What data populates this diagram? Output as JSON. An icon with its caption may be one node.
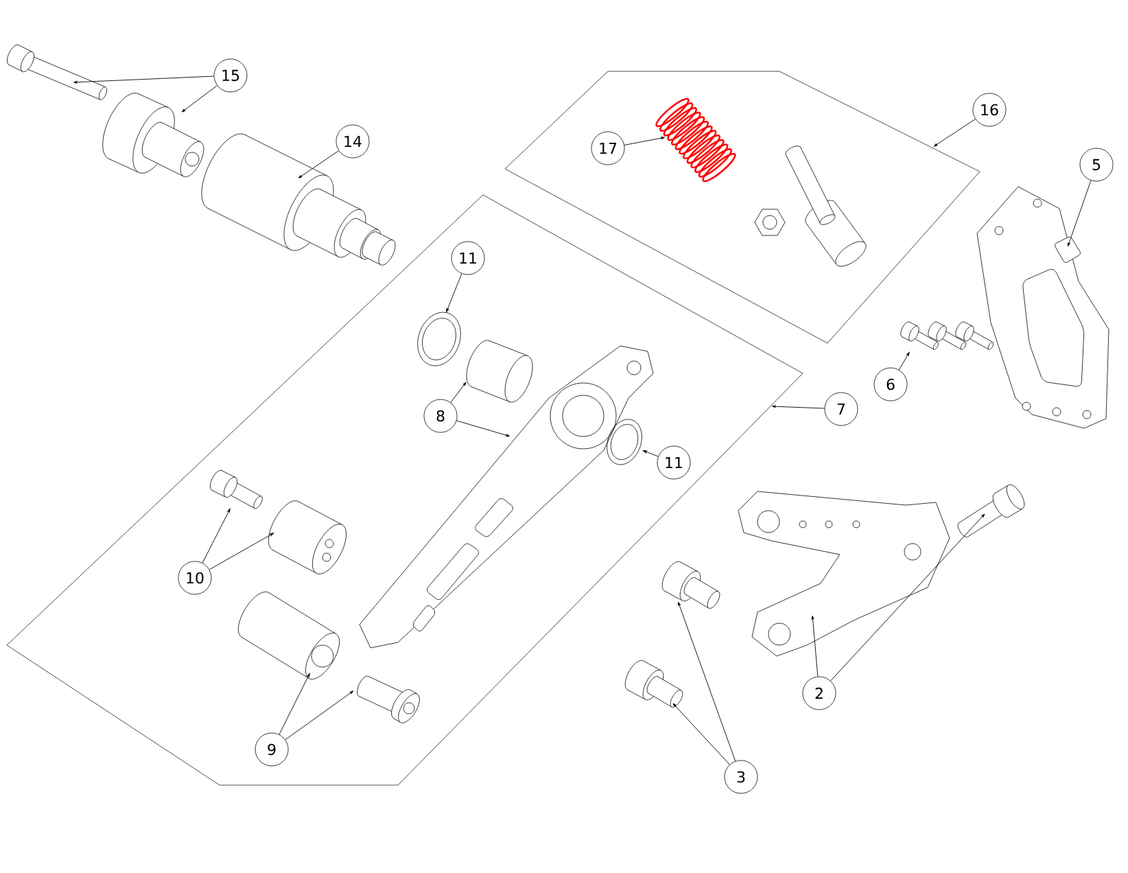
{
  "diagram": {
    "nodes": [
      {
        "text": [
          "15"
        ]
      },
      {
        "text": [],
        "shape": "picture"
      },
      {
        "text": [],
        "shape": "picture"
      },
      {
        "text": [],
        "shape": "box"
      },
      {
        "text": [],
        "shape": "picture",
        "in": 3
      },
      {
        "text": [
          "17"
        ],
        "in": 3
      },
      {
        "text": [
          "16"
        ]
      },
      {
        "text": [
          "14"
        ]
      },
      {
        "text": [],
        "shape": "picture"
      },
      {
        "text": [
          "5"
        ]
      },
      {
        "text": [],
        "shape": "picture"
      },
      {
        "text": [],
        "shape": "box"
      },
      {
        "text": [
          "11"
        ],
        "in": 11
      },
      {
        "text": [],
        "shape": "picture",
        "in": 11
      },
      {
        "text": [],
        "shape": "picture",
        "in": 11
      },
      {
        "text": [
          "8"
        ],
        "in": 11
      },
      {
        "text": [],
        "shape": "picture",
        "in": 11
      },
      {
        "text": [],
        "shape": "picture",
        "in": 11
      },
      {
        "text": [
          "11"
        ],
        "in": 11
      },
      {
        "text": [
          "6"
        ]
      },
      {
        "text": [],
        "shape": "picture"
      },
      {
        "text": [
          "7"
        ]
      },
      {
        "text": [],
        "shape": "picture",
        "in": 11
      },
      {
        "text": [],
        "shape": "picture",
        "in": 11
      },
      {
        "text": [
          "10"
        ],
        "in": 11
      },
      {
        "text": [],
        "shape": "picture"
      },
      {
        "text": [],
        "shape": "picture"
      },
      {
        "text": [],
        "shape": "picture"
      },
      {
        "text": [],
        "shape": "picture",
        "in": 11
      },
      {
        "text": [],
        "shape": "picture",
        "in": 11
      },
      {
        "text": [
          "9"
        ],
        "in": 11
      },
      {
        "text": [],
        "shape": "picture"
      },
      {
        "text": [
          "2"
        ]
      },
      {
        "text": [
          "3"
        ]
      }
    ],
    "edges": [
      {
        "from": 0,
        "to": 1,
        "arrow": "to"
      },
      {
        "from": 0,
        "to": 2,
        "arrow": "to"
      },
      {
        "from": 5,
        "to": 4,
        "arrow": "to"
      },
      {
        "from": 6,
        "to": 3,
        "arrow": "to"
      },
      {
        "from": 7,
        "to": 8,
        "arrow": "to"
      },
      {
        "from": 9,
        "to": 10,
        "arrow": "to"
      },
      {
        "from": 12,
        "to": 13,
        "arrow": "to"
      },
      {
        "from": 15,
        "to": 14,
        "arrow": "to"
      },
      {
        "from": 15,
        "to": 16,
        "arrow": "to"
      },
      {
        "from": 18,
        "to": 17,
        "arrow": "to"
      },
      {
        "from": 19,
        "to": 20,
        "arrow": "to"
      },
      {
        "from": 21,
        "to": 11,
        "arrow": "to"
      },
      {
        "from": 24,
        "to": 22,
        "arrow": "to"
      },
      {
        "from": 24,
        "to": 23,
        "arrow": "to"
      },
      {
        "from": 30,
        "to": 28,
        "arrow": "to"
      },
      {
        "from": 30,
        "to": 29,
        "arrow": "to"
      },
      {
        "from": 33,
        "to": 27,
        "arrow": "to"
      },
      {
        "from": 33,
        "to": 31,
        "arrow": "to"
      },
      {
        "from": 32,
        "to": 25,
        "arrow": "to"
      },
      {
        "from": 32,
        "to": 26,
        "arrow": "to"
      }
    ]
  }
}
